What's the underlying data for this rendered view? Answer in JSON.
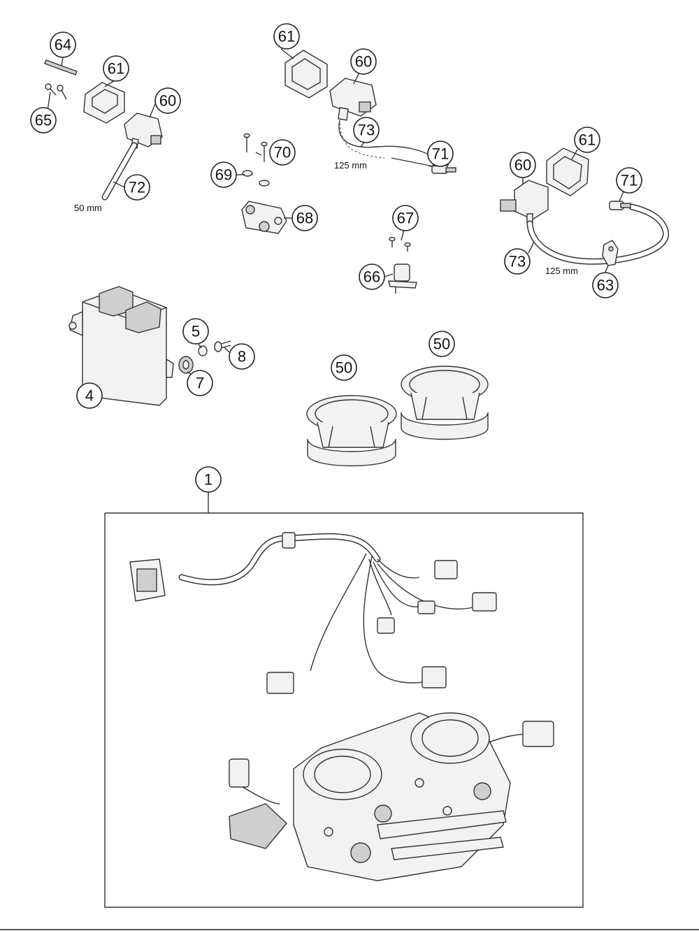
{
  "callouts": {
    "c64": "64",
    "c61a": "61",
    "c60a": "60",
    "c65": "65",
    "c72": "72",
    "c61b": "61",
    "c60b": "60",
    "c70": "70",
    "c69": "69",
    "c68": "68",
    "c73a": "73",
    "c71a": "71",
    "c67": "67",
    "c66": "66",
    "c61c": "61",
    "c60c": "60",
    "c71b": "71",
    "c73b": "73",
    "c63": "63",
    "c5": "5",
    "c8": "8",
    "c7": "7",
    "c4": "4",
    "c50a": "50",
    "c50b": "50",
    "c1": "1"
  },
  "measurements": {
    "m50": "50 mm",
    "m125a": "125 mm",
    "m125b": "125 mm"
  }
}
